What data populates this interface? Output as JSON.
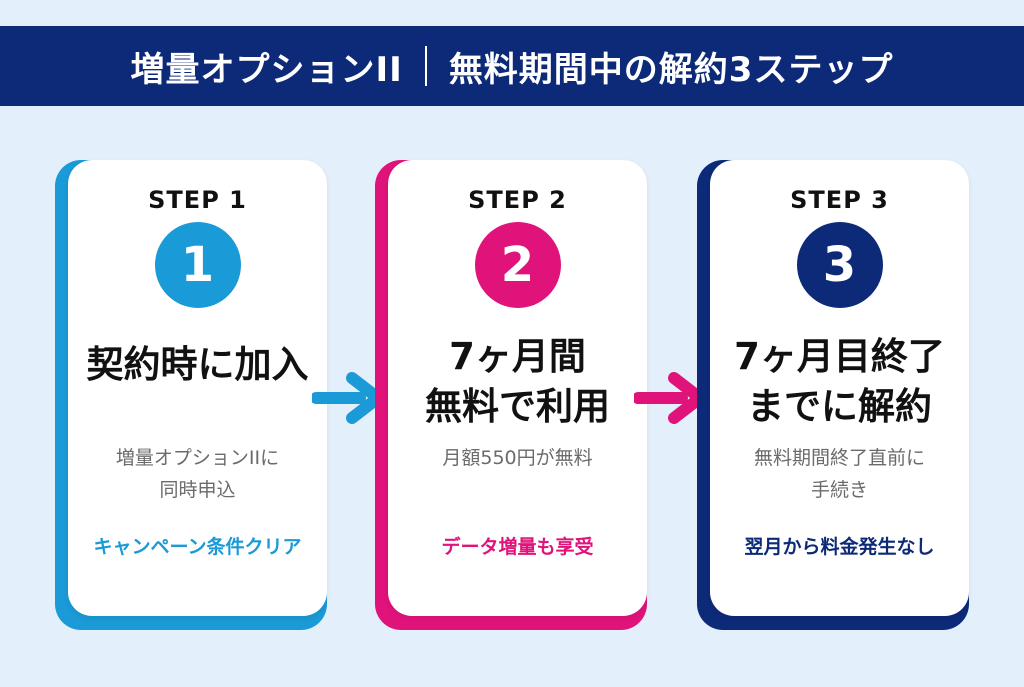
{
  "header": {
    "title_left": "増量オプションII",
    "title_right": "無料期間中の解約3ステップ"
  },
  "steps": [
    {
      "label": "STEP 1",
      "number": "1",
      "title_line1": "契約時に加入",
      "title_line2": "",
      "desc_line1": "増量オプションIIに",
      "desc_line2": "同時申込",
      "highlight": "キャンペーン条件クリア",
      "color": "#1a9ad6"
    },
    {
      "label": "STEP 2",
      "number": "2",
      "title_line1": "7ヶ月間",
      "title_line2": "無料で利用",
      "desc_line1": "月額550円が無料",
      "desc_line2": "",
      "highlight": "データ増量も享受",
      "color": "#e0137a"
    },
    {
      "label": "STEP 3",
      "number": "3",
      "title_line1": "7ヶ月目終了",
      "title_line2": "までに解約",
      "desc_line1": "無料期間終了直前に",
      "desc_line2": "手続き",
      "highlight": "翌月から料金発生なし",
      "color": "#0d2a78"
    }
  ],
  "arrows": [
    {
      "color": "#1a9ad6"
    },
    {
      "color": "#e0137a"
    }
  ]
}
